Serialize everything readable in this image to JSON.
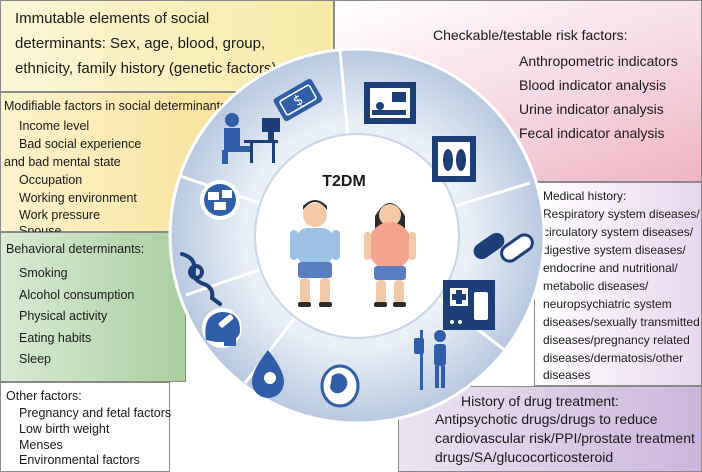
{
  "immutable": {
    "lines": [
      "Immutable elements of social",
      "determinants: Sex, age, blood, group,",
      "ethnicity, family history (genetic factors)"
    ]
  },
  "modifiable": {
    "title": "Modifiable factors in social determinants:",
    "items": [
      "Income level",
      "Bad social experience",
      "and bad mental state",
      "Occupation",
      "Working environment",
      "Work pressure",
      "Spouse"
    ]
  },
  "behavioral": {
    "title": "Behavioral determinants:",
    "items": [
      "Smoking",
      "Alcohol consumption",
      "Physical activity",
      "Eating habits",
      "Sleep"
    ]
  },
  "other": {
    "title": "Other factors:",
    "items": [
      "Pregnancy and fetal factors",
      "Low birth weight",
      "Menses",
      "Environmental factors"
    ]
  },
  "checkable": {
    "title": "Checkable/testable risk factors:",
    "items": [
      "Anthropometric indicators",
      "Blood indicator analysis",
      "Urine indicator analysis",
      "Fecal indicator analysis"
    ]
  },
  "medical": {
    "title": "Medical history:",
    "lines": [
      "Respiratory system diseases/",
      "circulatory system diseases/",
      "digestive system diseases/",
      "endocrine and nutritional/",
      "metabolic diseases/",
      "neuropsychiatric system",
      "diseases/sexually transmitted",
      "diseases/pregnancy related",
      "diseases/dermatosis/other",
      "diseases"
    ]
  },
  "drug": {
    "title": "History of drug treatment:",
    "lines": [
      "Antipsychotic drugs/drugs to reduce",
      "cardiovascular risk/PPI/prostate treatment",
      "drugs/SA/glucocorticosteroid"
    ]
  },
  "center": {
    "label": "T2DM"
  },
  "colors": {
    "ring": "#c9d6e8",
    "ring_stroke": "#ffffff",
    "icon_bg": "#2f5fa8",
    "icon_dark": "#1d3f78",
    "man_shirt": "#9cc2e5",
    "man_shorts": "#5a7fc0",
    "woman_top": "#f3a48e",
    "woman_pants": "#5a7fc0"
  },
  "icons": [
    "money-icon",
    "worker-at-computer-icon",
    "stressed-mind-icon",
    "rope-knot-icon",
    "head-brain-icon",
    "water-drop-icon",
    "fetus-icon",
    "iv-drip-patient-icon",
    "medicine-bottle-icon",
    "pills-icon",
    "lung-xray-icon",
    "patient-scan-icon"
  ]
}
